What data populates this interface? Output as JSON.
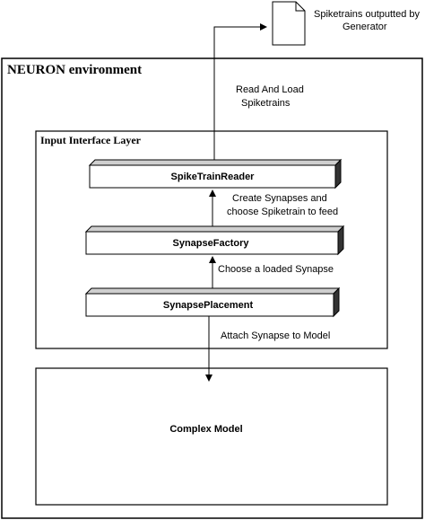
{
  "file_icon": {
    "caption_line1": "Spiketrains outputted by",
    "caption_line2": "Generator"
  },
  "neuron_env": {
    "title": "NEURON environment"
  },
  "read_load": {
    "line1": "Read And Load",
    "line2": "Spiketrains"
  },
  "input_layer": {
    "title": "Input Interface Layer"
  },
  "blocks": {
    "reader": "SpikeTrainReader",
    "factory": "SynapseFactory",
    "placement": "SynapsePlacement"
  },
  "edges": {
    "create_line1": "Create Synapses and",
    "create_line2": "choose Spiketrain to feed",
    "choose": "Choose a loaded Synapse",
    "attach": "Attach Synapse to Model"
  },
  "model": {
    "label": "Complex Model"
  }
}
